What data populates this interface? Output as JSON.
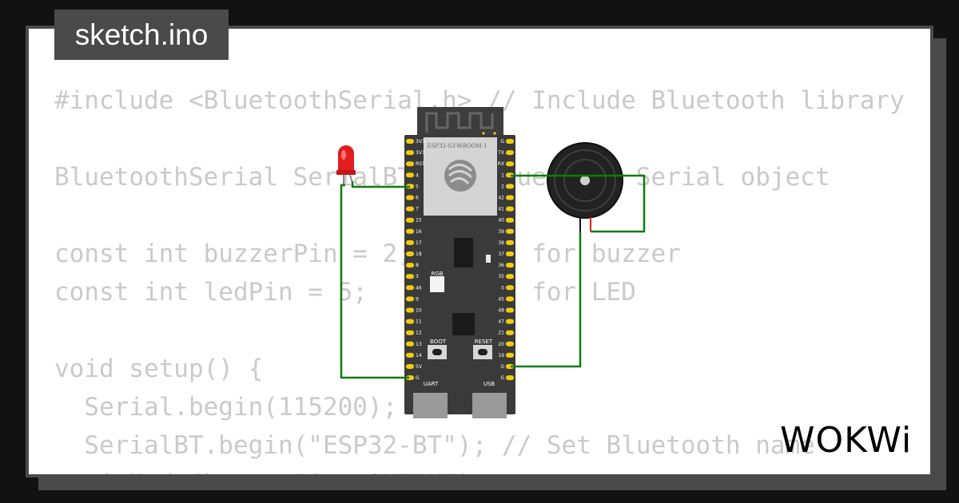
{
  "tab": {
    "filename": "sketch.ino"
  },
  "code_lines": [
    "#include <BluetoothSerial.h> // Include Bluetooth library",
    "",
    "BluetoothSerial SerialBT; // Bluetooth Serial object",
    "",
    "const int buzzerPin = 2; // Pin for buzzer",
    "const int ledPin = 5;    // Pin for LED",
    "",
    "void setup() {",
    "  Serial.begin(115200);",
    "  SerialBT.begin(\"ESP32-BT\"); // Set Bluetooth name",
    "  pinMode(buzzerPin, OUTPUT);"
  ],
  "board": {
    "module_label": "ESP32-S3-WROOM-1",
    "rgb_label": "RGB",
    "boot_label": "BOOT",
    "reset_label": "RESET",
    "uart_label": "UART",
    "usb_label": "USB",
    "left_pins": [
      "3V3",
      "3V3",
      "RST",
      "4",
      "5",
      "6",
      "7",
      "15",
      "16",
      "17",
      "18",
      "8",
      "3",
      "46",
      "9",
      "10",
      "11",
      "12",
      "13",
      "14",
      "5V",
      "G"
    ],
    "right_pins": [
      "G",
      "TX",
      "RX",
      "1",
      "2",
      "42",
      "41",
      "40",
      "39",
      "38",
      "37",
      "36",
      "35",
      "0",
      "45",
      "48",
      "47",
      "21",
      "20",
      "19",
      "G",
      "G"
    ]
  },
  "brand": {
    "logo_text": "WOKWi"
  },
  "colors": {
    "wire": "#0a7d0a",
    "led": "#e21d1d",
    "board": "#3a3a3a",
    "pin": "#f2cc0f",
    "code_text": "#cacaca",
    "tab_bg": "#4a4a4a"
  }
}
